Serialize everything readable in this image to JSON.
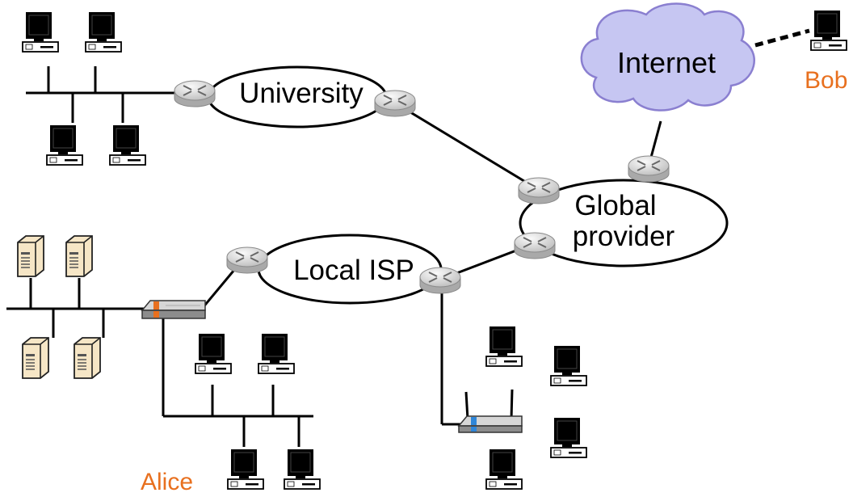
{
  "clouds": [
    {
      "label": "Internet",
      "fill": "#c6c6f2",
      "stroke": "#8a7fd0"
    }
  ],
  "networks": [
    {
      "label": "University"
    },
    {
      "label": "Local ISP"
    },
    {
      "label": "Global",
      "label2": "provider"
    }
  ],
  "people": [
    {
      "label": "Bob",
      "color": "#e8701f"
    },
    {
      "label": "Alice",
      "color": "#e8701f"
    }
  ],
  "colors": {
    "line": "#000000",
    "switch_accent": "#e8701f",
    "ap_accent": "#2f86d8",
    "server_fill": "#f6e6c6"
  }
}
